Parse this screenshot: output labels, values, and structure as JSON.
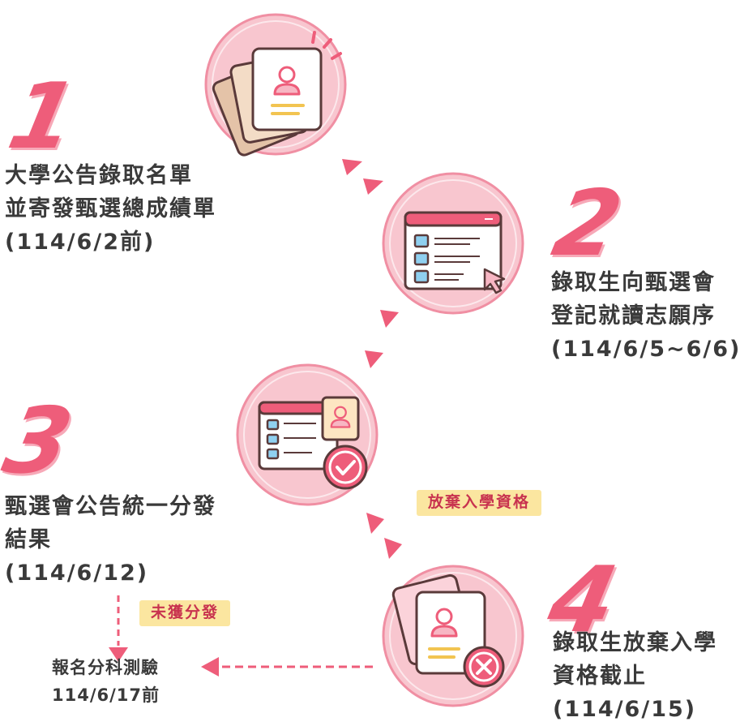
{
  "steps": [
    {
      "number": "1",
      "lines": [
        "大學公告錄取名單",
        "並寄發甄選總成績單",
        "(114/6/2前)"
      ]
    },
    {
      "number": "2",
      "lines": [
        "錄取生向甄選會",
        "登記就讀志願序",
        "(114/6/5~6/6)"
      ]
    },
    {
      "number": "3",
      "lines": [
        "甄選會公告統一分發",
        "結果",
        "(114/6/12)"
      ]
    },
    {
      "number": "4",
      "lines": [
        "錄取生放棄入學",
        "資格截止",
        "(114/6/15)"
      ]
    }
  ],
  "tags": {
    "give_up": "放棄入學資格",
    "not_assigned": "未獲分發"
  },
  "exam": {
    "lines": [
      "報名分科測驗",
      "114/6/17前"
    ]
  },
  "colors": {
    "accent": "#ee5d7a",
    "circle_fill": "#f8c6cf",
    "circle_stroke": "#f08fa3",
    "tag_bg": "#fbe6a0"
  }
}
